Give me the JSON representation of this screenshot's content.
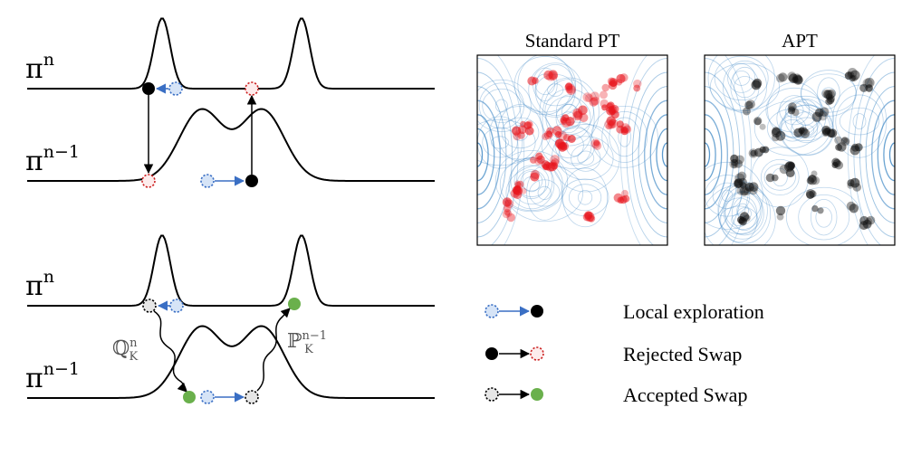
{
  "diagram": {
    "top_group": {
      "upper_level_label": "π",
      "upper_level_sup": "n",
      "lower_level_label": "π",
      "lower_level_sup": "n−1"
    },
    "bottom_group": {
      "upper_level_label": "π",
      "upper_level_sup": "n",
      "lower_level_label": "π",
      "lower_level_sup": "n−1",
      "forward_operator": "ℚ",
      "forward_operator_sup": "n",
      "forward_operator_sub": "K",
      "backward_operator": "ℙ",
      "backward_operator_sup": "n−1",
      "backward_operator_sub": "K"
    }
  },
  "panels": {
    "standard_pt": {
      "title": "Standard PT",
      "point_color": "#e8141c"
    },
    "apt": {
      "title": "APT",
      "point_color": "#111111"
    }
  },
  "legend": {
    "local_exploration": "Local exploration",
    "rejected_swap": "Rejected Swap",
    "accepted_swap": "Accepted Swap"
  },
  "colors": {
    "local_exploration": "#3a6fc4",
    "rejected": "#cc2222",
    "accepted": "#6ab04c",
    "contour": "#3f88c5"
  }
}
